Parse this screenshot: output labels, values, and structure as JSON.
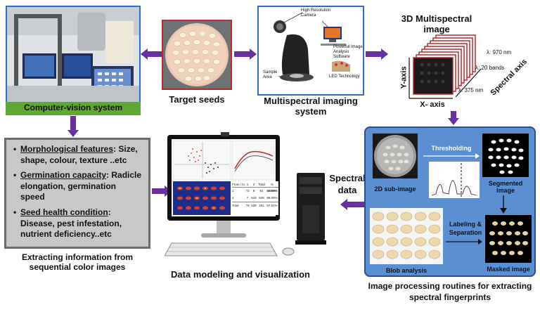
{
  "nodes": {
    "cv_system": {
      "label": "Computer-vision system"
    },
    "target_seeds": {
      "label": "Target seeds"
    },
    "ms_system": {
      "label": "Multispectral imaging system",
      "callouts": {
        "camera": "High Resolution Camera",
        "software": "Powerful Image Analysis Software",
        "sample": "Sample Area",
        "led": "LED Technology"
      }
    },
    "cube": {
      "title": "3D Multispectral image",
      "y_axis": "Y-axis",
      "x_axis": "X- axis",
      "spectral_axis": "Spectral axis",
      "lambda_top": "λ: 970 nm",
      "lambda_mid": "λ: 20 bands",
      "lambda_bottom": "λ: 375 nm"
    },
    "extract": {
      "items": [
        {
          "head": "Morphological features",
          "rest": ": Size, shape, colour, texture ..etc"
        },
        {
          "head": "Germination capacity",
          "rest": ": Radicle elongation, germination speed"
        },
        {
          "head": "Seed health condition",
          "rest": ": Disease, pest infestation, nutrient deficiency..etc"
        }
      ],
      "caption": "Extracting information from sequential color images"
    },
    "modeling": {
      "caption": "Data modeling and visualization",
      "table": {
        "header": [
          "From \\ to",
          "1",
          "2",
          "Total",
          "% correct"
        ],
        "rows": [
          [
            "1",
            "73",
            "9",
            "81",
            "89.89%"
          ],
          [
            "2",
            "7",
            "519",
            "526",
            "98.08%"
          ],
          [
            "Total",
            "79",
            "528",
            "401",
            "87.51%"
          ]
        ]
      }
    },
    "spectral_data": {
      "label": "Spectral data"
    },
    "processing": {
      "sub_image": "2D sub-image",
      "thresholding": "Thresholding",
      "segmented": "Segmented image",
      "labeling": "Labeling & Separation",
      "blob": "Blob analysis",
      "masked": "Masked image",
      "caption": "Image processing routines for extracting spectral fingerprints"
    }
  },
  "colors": {
    "arrow": "#6a2fa0",
    "green_label": "#5fa832",
    "blue_frame": "#2f6ec8",
    "red_frame": "#c0282c",
    "grey_box": "#c8c8c8",
    "proc_panel": "#5b8fd2"
  }
}
